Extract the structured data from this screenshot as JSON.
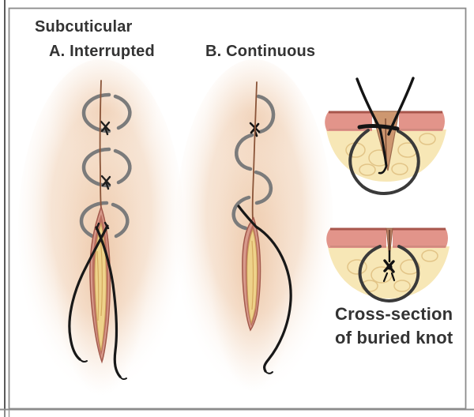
{
  "figure": {
    "title": "Subcuticular",
    "panels": [
      {
        "id": "A",
        "label": "A. Interrupted"
      },
      {
        "id": "B",
        "label": "B. Continuous"
      }
    ],
    "caption": {
      "line1": "Cross-section",
      "line2": "of buried knot"
    }
  },
  "colors": {
    "background": "#ffffff",
    "frame_gray": "#8c8c8c",
    "outer_grid_line": "#5a5a5a",
    "text": "#333333",
    "skin_tint": "#f2d6bf",
    "incision_line": "#8a5438",
    "wound_edge": "#a2594c",
    "wound_fill": "#d79a8b",
    "fat_yellow": "#eed28a",
    "cross_section_dermis": "#e2948a",
    "cross_section_dermis_edge": "#a8564c",
    "cross_section_fat": "#f7e7b6",
    "fat_lobule_line": "#e2c487",
    "suture_thread": "#181818",
    "buried_loop_gray": "#7b7b7b"
  }
}
